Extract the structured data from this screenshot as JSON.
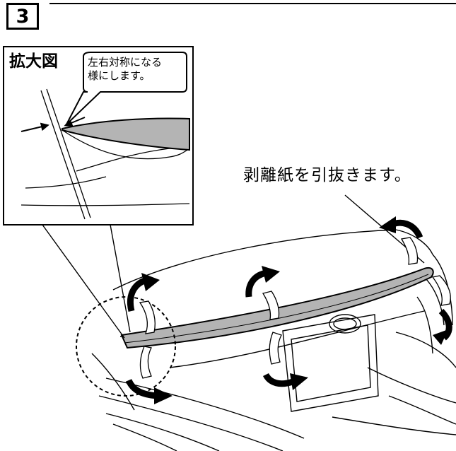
{
  "step": {
    "number": "3"
  },
  "zoom_inset": {
    "title": "拡大図",
    "callout_line1": "左右対称になる",
    "callout_line2": "様にします。"
  },
  "instruction": "剥離紙を引抜きます。",
  "colors": {
    "line": "#000000",
    "spoiler_fill": "#b4b4b4",
    "background": "#ffffff"
  }
}
